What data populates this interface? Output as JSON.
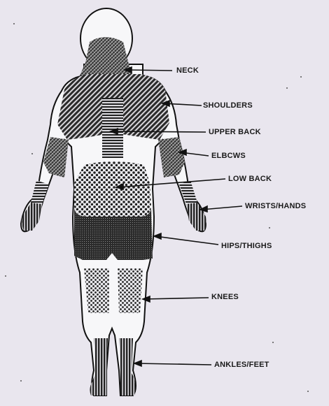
{
  "regions": [
    {
      "id": "neck",
      "label": "NECK"
    },
    {
      "id": "shoulders",
      "label": "SHOULDERS"
    },
    {
      "id": "upper-back",
      "label": "UPPER BACK"
    },
    {
      "id": "elbows",
      "label": "ELBCWS"
    },
    {
      "id": "low-back",
      "label": "LOW BACK"
    },
    {
      "id": "wrists-hands",
      "label": "WRISTS/HANDS"
    },
    {
      "id": "hips-thighs",
      "label": "HIPS/THIGHS"
    },
    {
      "id": "knees",
      "label": "KNEES"
    },
    {
      "id": "ankles-feet",
      "label": "ANKLES/FEET"
    }
  ]
}
